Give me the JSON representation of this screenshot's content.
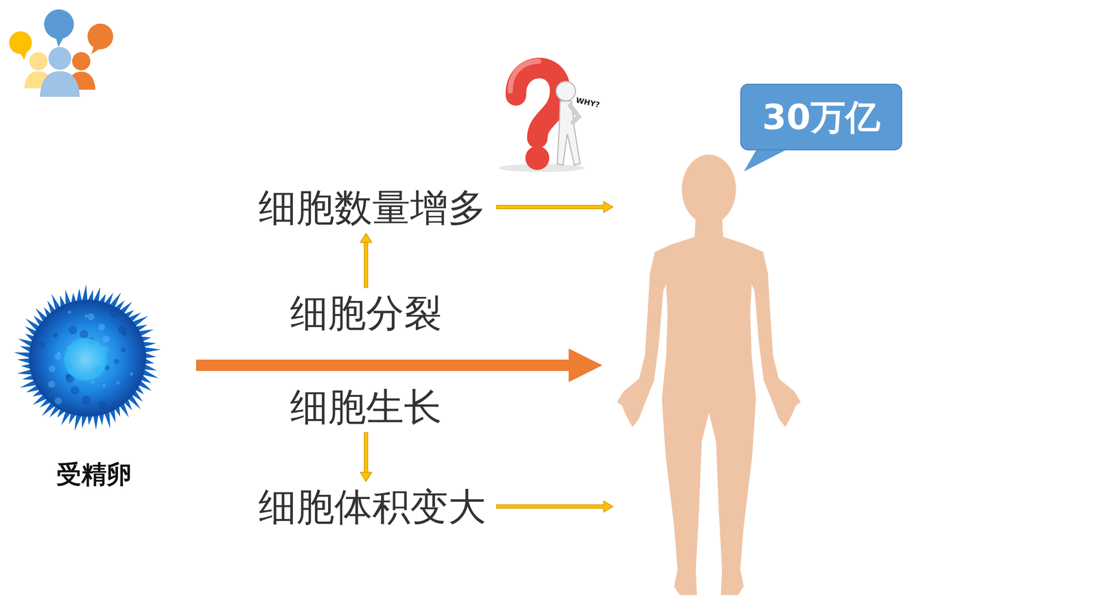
{
  "diagram": {
    "nodes": [
      {
        "text": [
          "受精卵"
        ]
      },
      {
        "text": [
          "细胞分裂"
        ]
      },
      {
        "text": [
          "细胞生长"
        ]
      },
      {
        "text": [
          "细胞数量增多"
        ]
      },
      {
        "text": [
          "细胞体积变大"
        ]
      },
      {
        "text": [
          "30万亿"
        ]
      }
    ],
    "edges": [
      {
        "from": 1,
        "to": 3,
        "arrow": "to"
      },
      {
        "from": 2,
        "to": 4,
        "arrow": "to"
      }
    ],
    "labels": [
      "WHY?"
    ]
  }
}
